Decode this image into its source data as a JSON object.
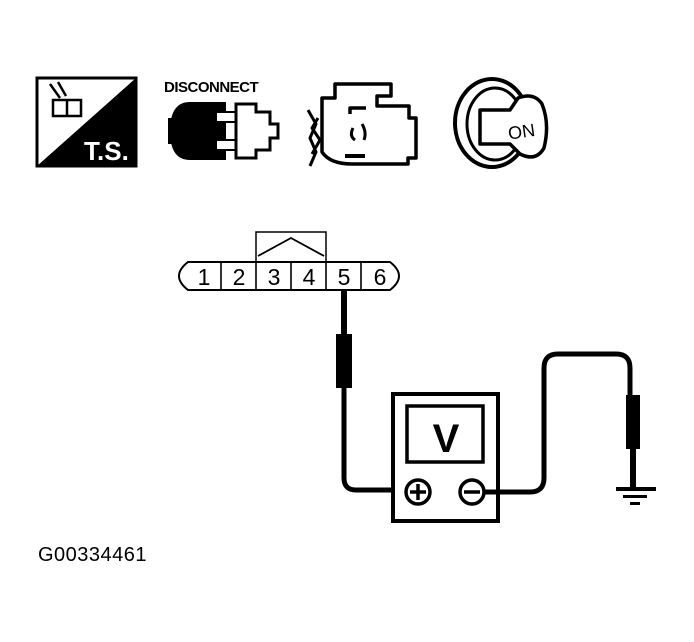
{
  "figure": {
    "id_label": "G00334461",
    "colors": {
      "ink": "#000000",
      "paper": "#ffffff"
    }
  },
  "icons": [
    {
      "name": "ts-icon",
      "label": "T.S."
    },
    {
      "name": "disconnect-connector-icon",
      "label": "DISCONNECT"
    },
    {
      "name": "engine-icon",
      "label": ""
    },
    {
      "name": "ignition-key-on-icon",
      "label": "ON"
    }
  ],
  "connector": {
    "pins": [
      "1",
      "2",
      "3",
      "4",
      "5",
      "6"
    ],
    "probe_pin": "5",
    "jumper_between": [
      "3",
      "4"
    ]
  },
  "meter": {
    "display_label": "V",
    "positive_terminal": "+",
    "negative_terminal": "−"
  },
  "ground": {
    "symbol": "ground"
  }
}
